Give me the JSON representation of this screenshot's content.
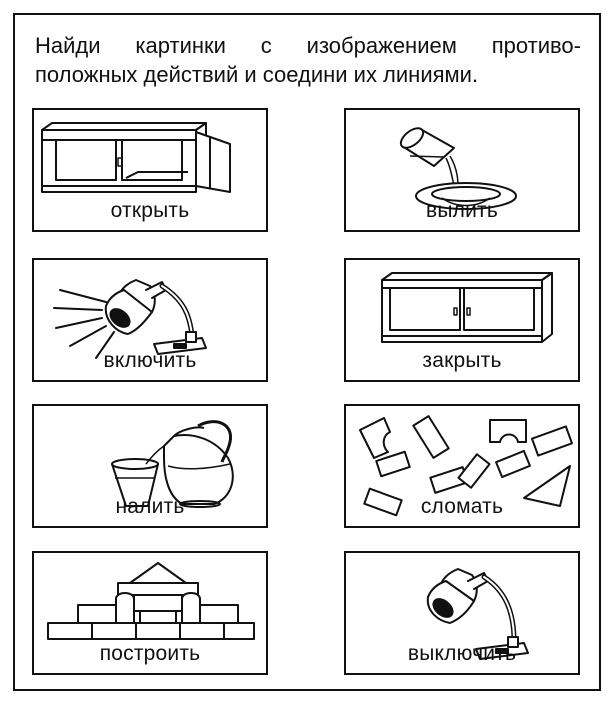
{
  "worksheet": {
    "instruction_line1": "Найди картинки с изображением противо-",
    "instruction_line2": "положных действий и соедини их линиями.",
    "cards": [
      {
        "id": "open-cabinet",
        "label": "открыть",
        "icon": "open-cabinet-icon"
      },
      {
        "id": "pour-out",
        "label": "вылить",
        "icon": "pouring-glass-into-plate-icon"
      },
      {
        "id": "lamp-on",
        "label": "включить",
        "icon": "desk-lamp-on-icon"
      },
      {
        "id": "close-cabinet",
        "label": "закрыть",
        "icon": "closed-cabinet-icon"
      },
      {
        "id": "pour-in",
        "label": "налить",
        "icon": "jug-pouring-into-glass-icon"
      },
      {
        "id": "break",
        "label": "сломать",
        "icon": "scattered-blocks-icon"
      },
      {
        "id": "build",
        "label": "построить",
        "icon": "block-building-icon"
      },
      {
        "id": "lamp-off",
        "label": "выключить",
        "icon": "desk-lamp-off-icon"
      }
    ],
    "colors": {
      "ink": "#111111",
      "paper": "#ffffff"
    }
  }
}
